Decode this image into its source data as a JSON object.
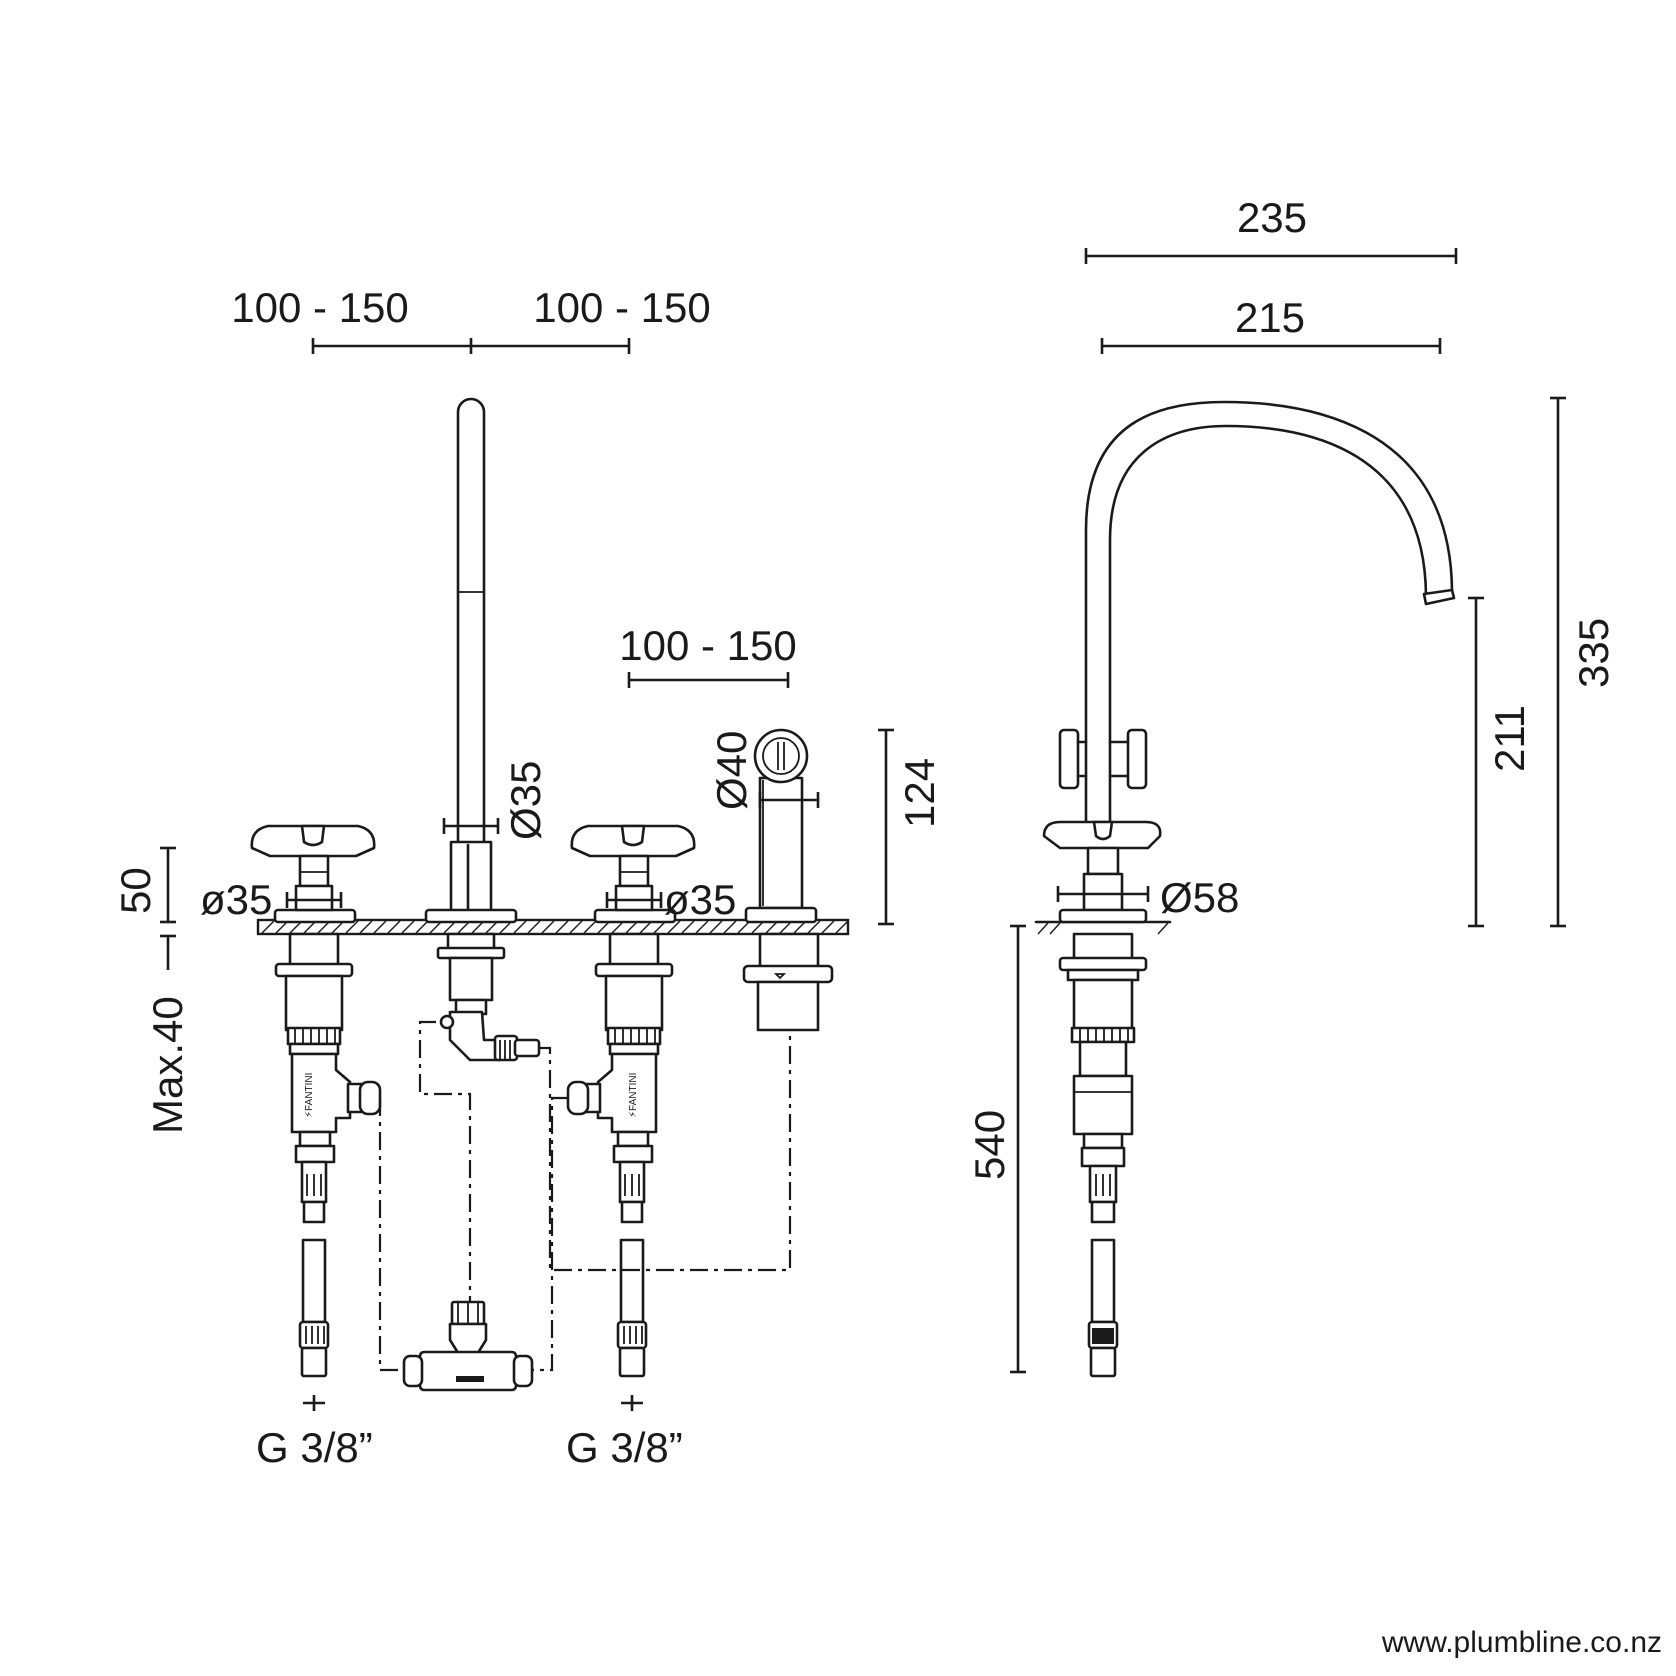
{
  "front_view": {
    "dimensions": {
      "spacing_left": "100 - 150",
      "spacing_right": "100 - 150",
      "spacing_handshower": "100 - 150",
      "spout_diameter": "Ø35",
      "handle_left_diameter": "ø35",
      "handle_right_diameter": "ø35",
      "handshower_diameter": "Ø40",
      "handle_height": "50",
      "deck_thickness": "Max.40",
      "handshower_height": "124",
      "connection_left": "G 3/8”",
      "connection_right": "G 3/8”"
    },
    "valve_marking": "FANTINI"
  },
  "side_view": {
    "dimensions": {
      "reach_overall": "235",
      "reach_outlet": "215",
      "total_height": "335",
      "outlet_height": "211",
      "base_diameter": "Ø58",
      "hose_length": "540"
    }
  },
  "footer": {
    "website": "www.plumbline.co.nz"
  },
  "colors": {
    "ink": "#1a1a1a",
    "background": "#ffffff"
  }
}
